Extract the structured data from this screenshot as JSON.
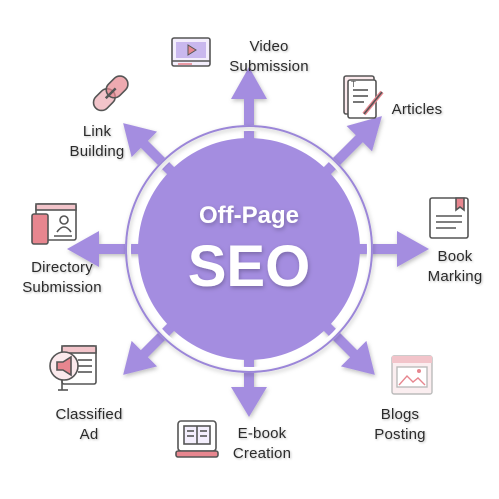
{
  "center": {
    "title": "Off-Page",
    "subtitle": "SEO"
  },
  "items": [
    {
      "label": "Video\nSubmission",
      "icon": "video-player-icon"
    },
    {
      "label": "Articles",
      "icon": "document-pen-icon"
    },
    {
      "label": "Book\nMarking",
      "icon": "bookmark-page-icon"
    },
    {
      "label": "Blogs\nPosting",
      "icon": "blog-image-icon"
    },
    {
      "label": "E-book\nCreation",
      "icon": "ebook-icon"
    },
    {
      "label": "Classified\nAd",
      "icon": "megaphone-ad-icon"
    },
    {
      "label": "Directory\nSubmission",
      "icon": "directory-profile-icon"
    },
    {
      "label": "Link\nBuilding",
      "icon": "chain-link-icon"
    }
  ],
  "colors": {
    "circle": "#a48de0",
    "ring": "#8f77d6",
    "arrow": "#a48de0",
    "icon_accent": "#e7868f",
    "icon_line": "#555555"
  }
}
